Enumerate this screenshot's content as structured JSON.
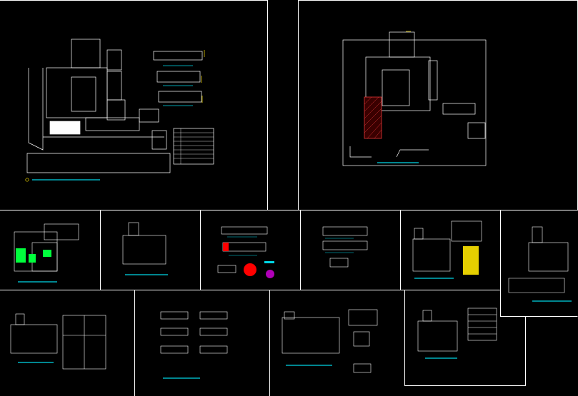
{
  "canvas": {
    "background": "#000000"
  },
  "colors": {
    "frame": "#ffffff",
    "linework": "#ffffff",
    "accent_cyan": "#00d7e6",
    "accent_yellow": "#ffe600",
    "accent_green": "#00ff3c",
    "accent_red": "#ff0000",
    "accent_magenta": "#b000b8",
    "hatch_red": "#ff4040"
  },
  "sheets": [
    {
      "id": "sheet-site-plan-1",
      "kind": "site-plan"
    },
    {
      "id": "sheet-site-plan-2",
      "kind": "site-plan-hatched"
    },
    {
      "id": "sheet-plan-colored",
      "kind": "floor-plan-colored"
    },
    {
      "id": "sheet-plan-a",
      "kind": "floor-plan"
    },
    {
      "id": "sheet-elevations",
      "kind": "elevations"
    },
    {
      "id": "sheet-sections",
      "kind": "sections"
    },
    {
      "id": "sheet-plan-table",
      "kind": "floor-plan-with-table"
    },
    {
      "id": "sheet-plan-b",
      "kind": "floor-plan"
    },
    {
      "id": "sheet-plan-details",
      "kind": "plan-and-details"
    },
    {
      "id": "sheet-details",
      "kind": "construction-details"
    },
    {
      "id": "sheet-plan-legend",
      "kind": "plan-with-legend"
    },
    {
      "id": "sheet-plan-schedule",
      "kind": "plan-with-schedule"
    }
  ]
}
